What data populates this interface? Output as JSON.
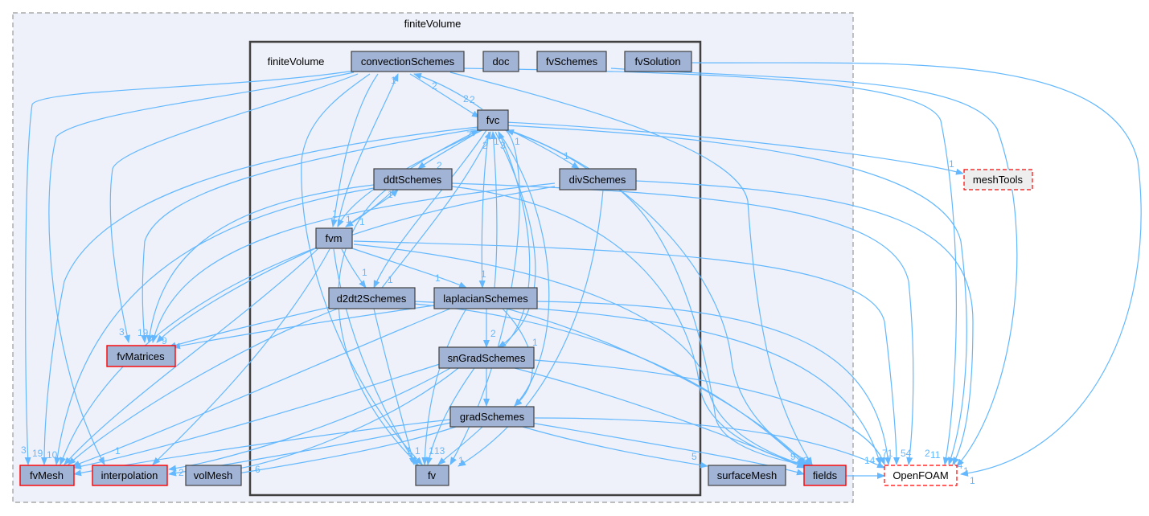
{
  "colors": {
    "outer_bg": "#eef1f9",
    "outer_border": "#999999",
    "inner_bg": "#eef1f9",
    "inner_border": "#404040",
    "node_fill": "#a2b4d6",
    "node_border": "#404040",
    "ext_fill": "#a2b4d6",
    "ext_border_red": "#ff0000",
    "ext_white_fill": "#ffffff",
    "edge": "#63b8ff"
  },
  "outer_cluster": {
    "label": "finiteVolume"
  },
  "inner_cluster": {
    "label": "finiteVolume"
  },
  "nodes": {
    "convectionSchemes": "convectionSchemes",
    "doc": "doc",
    "fvSchemes": "fvSchemes",
    "fvSolution": "fvSolution",
    "fvc": "fvc",
    "ddtSchemes": "ddtSchemes",
    "divSchemes": "divSchemes",
    "fvm": "fvm",
    "d2dt2Schemes": "d2dt2Schemes",
    "laplacianSchemes": "laplacianSchemes",
    "snGradSchemes": "snGradSchemes",
    "gradSchemes": "gradSchemes",
    "fv": "fv",
    "fvMatrices": "fvMatrices",
    "fvMesh": "fvMesh",
    "interpolation": "interpolation",
    "volMesh": "volMesh",
    "surfaceMesh": "surfaceMesh",
    "fields": "fields",
    "OpenFOAM": "OpenFOAM",
    "meshTools": "meshTools"
  },
  "edge_labels": {
    "l1": "1",
    "l2": "2",
    "l3": "2",
    "l4": "2",
    "l5": "1",
    "l6": "7",
    "l7": "2",
    "l8": "3",
    "l9": "1",
    "l10": "2",
    "l11": "1",
    "l12": "1",
    "l13": "1",
    "l14": "1",
    "l15": "1",
    "l16": "1",
    "l17": "1",
    "l18": "1",
    "l19": "1",
    "l20": "1",
    "l21": "2",
    "l22": "1",
    "l23": "3",
    "l24": "19",
    "l25": "10",
    "l26": "1",
    "l27": "3",
    "l28": "19",
    "l29": "9",
    "l30": "5",
    "l31": "2",
    "l32": "6",
    "l33": "1",
    "l34": "1",
    "l35": "1",
    "l36": "13",
    "l37": "1",
    "l38": "5",
    "l39": "2",
    "l40": "9",
    "l41": "14",
    "l42": "71",
    "l43": "54",
    "l44": "2",
    "l45": "11",
    "l46": "14",
    "l47": "1",
    "l48": "1"
  }
}
